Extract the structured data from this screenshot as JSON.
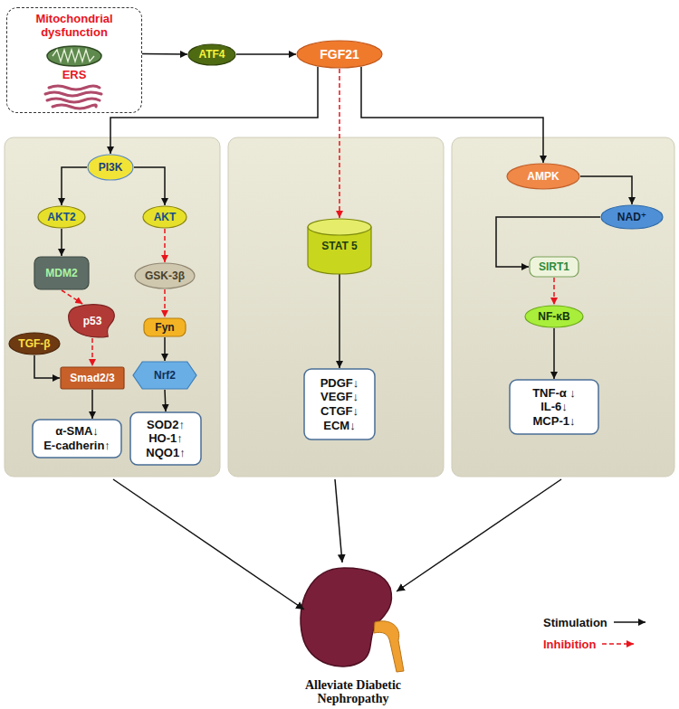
{
  "diagram": {
    "nodes": [
      {
        "text": [
          "Mitochondrial dysfunction",
          "ERS"
        ]
      },
      {
        "text": [
          "ATF4"
        ]
      },
      {
        "text": [
          "FGF21"
        ]
      },
      {
        "text": [
          "PI3K"
        ]
      },
      {
        "text": [
          "AKT2"
        ]
      },
      {
        "text": [
          "AKT"
        ]
      },
      {
        "text": [
          "MDM2"
        ]
      },
      {
        "text": [
          "GSK-3β"
        ]
      },
      {
        "text": [
          "p53"
        ]
      },
      {
        "text": [
          "TGF-β"
        ]
      },
      {
        "text": [
          "Fyn"
        ]
      },
      {
        "text": [
          "Smad2/3"
        ]
      },
      {
        "text": [
          "Nrf2"
        ]
      },
      {
        "text": [
          "α-SMA↓",
          "E-cadherin↑"
        ]
      },
      {
        "text": [
          "SOD2↑",
          "HO-1↑",
          "NQO1↑"
        ]
      },
      {
        "text": [
          "STAT 5"
        ]
      },
      {
        "text": [
          "PDGF↓",
          "VEGF↓",
          "CTGF↓",
          "ECM↓"
        ]
      },
      {
        "text": [
          "AMPK"
        ]
      },
      {
        "text": [
          "NAD⁺"
        ]
      },
      {
        "text": [
          "SIRT1"
        ]
      },
      {
        "text": [
          "NF-κB"
        ]
      },
      {
        "text": [
          "TNF-α ↓",
          "IL-6↓",
          "MCP-1↓"
        ]
      },
      {
        "text": [
          "Alleviate Diabetic Nephropathy"
        ]
      }
    ],
    "edges": [
      {
        "from": 0,
        "to": 1,
        "arrow": "to"
      },
      {
        "from": 1,
        "to": 2,
        "arrow": "to"
      },
      {
        "from": 2,
        "to": 3,
        "arrow": "to"
      },
      {
        "from": 2,
        "to": 15,
        "arrow": "to"
      },
      {
        "from": 2,
        "to": 17,
        "arrow": "to"
      },
      {
        "from": 3,
        "to": 4,
        "arrow": "to"
      },
      {
        "from": 3,
        "to": 5,
        "arrow": "to"
      },
      {
        "from": 4,
        "to": 6,
        "arrow": "to"
      },
      {
        "from": 6,
        "to": 8,
        "arrow": "to"
      },
      {
        "from": 8,
        "to": 11,
        "arrow": "to"
      },
      {
        "from": 9,
        "to": 11,
        "arrow": "to"
      },
      {
        "from": 11,
        "to": 13,
        "arrow": "to"
      },
      {
        "from": 5,
        "to": 7,
        "arrow": "to"
      },
      {
        "from": 7,
        "to": 10,
        "arrow": "to"
      },
      {
        "from": 10,
        "to": 12,
        "arrow": "to"
      },
      {
        "from": 12,
        "to": 14,
        "arrow": "to"
      },
      {
        "from": 15,
        "to": 16,
        "arrow": "to"
      },
      {
        "from": 17,
        "to": 18,
        "arrow": "to"
      },
      {
        "from": 18,
        "to": 19,
        "arrow": "to"
      },
      {
        "from": 19,
        "to": 20,
        "arrow": "to"
      },
      {
        "from": 20,
        "to": 21,
        "arrow": "to"
      }
    ],
    "legend": [
      {
        "text": "Stimulation"
      },
      {
        "text": "Inhibition"
      }
    ]
  }
}
